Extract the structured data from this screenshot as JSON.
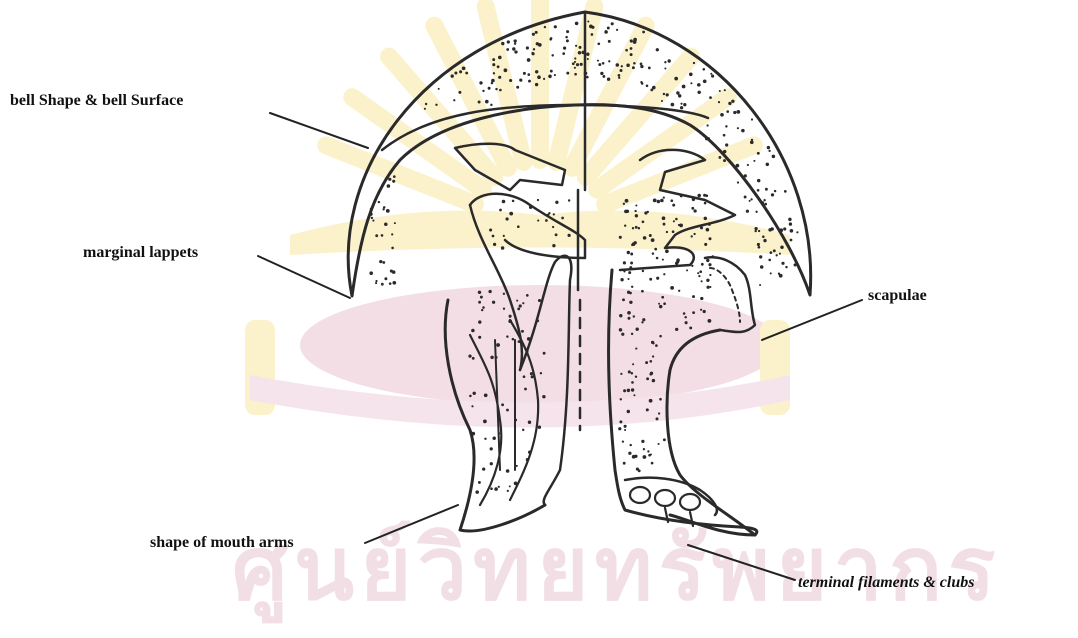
{
  "labels": {
    "bell": "bell Shape & bell Surface",
    "lappets": "marginal lappets",
    "scapulae": "scapulae",
    "mouth_arms": "shape of mouth arms",
    "filaments": "terminal filaments & clubs"
  },
  "watermark": {
    "text": "ศูนย์วิทยทรัพยากร"
  },
  "colors": {
    "ink": "#2a2a2a",
    "watermark_yellow": "#fbf1c6",
    "watermark_pink": "#f3dbe4",
    "background": "#ffffff"
  }
}
